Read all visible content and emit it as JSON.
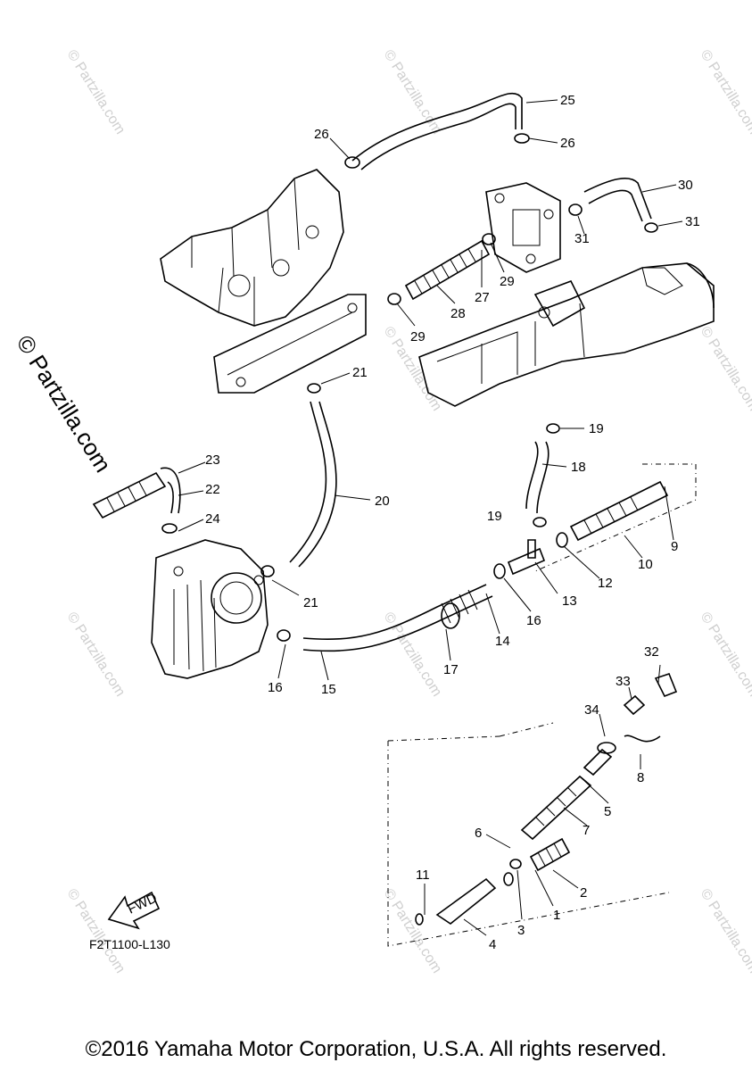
{
  "diagram_code": "F2T1100-L130",
  "copyright": "©2016 Yamaha Motor Corporation, U.S.A. All rights reserved.",
  "watermark_main": "© Partzilla.com",
  "watermark_faint": "© Partzilla.com",
  "fwd_label": "FWD",
  "callouts": {
    "c1": "1",
    "c2": "2",
    "c3": "3",
    "c4": "4",
    "c5": "5",
    "c6": "6",
    "c7": "7",
    "c8": "8",
    "c9": "9",
    "c10": "10",
    "c11": "11",
    "c12": "12",
    "c13": "13",
    "c14": "14",
    "c15": "15",
    "c16a": "16",
    "c16b": "16",
    "c17": "17",
    "c18": "18",
    "c19a": "19",
    "c19b": "19",
    "c20": "20",
    "c21a": "21",
    "c21b": "21",
    "c22": "22",
    "c23": "23",
    "c24": "24",
    "c25": "25",
    "c26a": "26",
    "c26b": "26",
    "c27": "27",
    "c28": "28",
    "c29a": "29",
    "c29b": "29",
    "c30": "30",
    "c31": "31",
    "c31b": "31",
    "c32": "32",
    "c33": "33",
    "c34": "34"
  }
}
